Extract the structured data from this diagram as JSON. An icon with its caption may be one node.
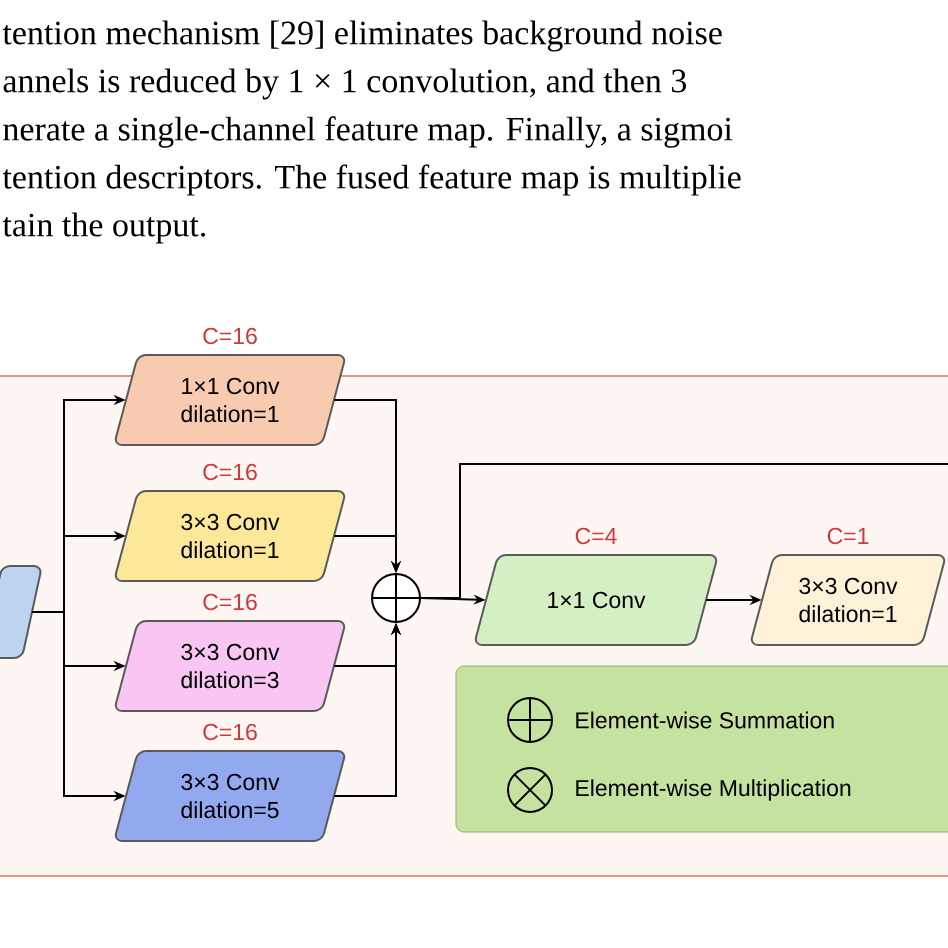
{
  "diagram": {
    "nodes": [
      {
        "text": [],
        "shape": "box"
      },
      {
        "text": [
          "1×1 Conv dilation=1"
        ],
        "beside": [
          "C=16"
        ]
      },
      {
        "text": [
          "3×3 Conv dilation=1"
        ],
        "beside": [
          "C=16"
        ]
      },
      {
        "text": [
          "3×3 Conv dilation=3"
        ],
        "beside": [
          "C=16"
        ]
      },
      {
        "text": [
          "3×3 Conv dilation=5"
        ],
        "beside": [
          "C=16"
        ]
      },
      {
        "text": [],
        "shape": "circle"
      },
      {
        "text": [
          "1×1 Conv"
        ],
        "beside": [
          "C=4"
        ]
      },
      {
        "text": [
          "3×3 Conv dilation=1"
        ],
        "beside": [
          "C=1"
        ]
      }
    ],
    "edges": [
      {
        "from": 0,
        "to": 1,
        "arrow": "to"
      },
      {
        "from": 0,
        "to": 2,
        "arrow": "to"
      },
      {
        "from": 0,
        "to": 3,
        "arrow": "to"
      },
      {
        "from": 0,
        "to": 4,
        "arrow": "to"
      },
      {
        "from": 1,
        "to": 5,
        "arrow": "to"
      },
      {
        "from": 2,
        "to": 5,
        "arrow": "to"
      },
      {
        "from": 3,
        "to": 5,
        "arrow": "to"
      },
      {
        "from": 4,
        "to": 5,
        "arrow": "to"
      },
      {
        "from": 5,
        "to": 6,
        "arrow": "to"
      },
      {
        "from": 5,
        "to": null,
        "arrow": "none"
      },
      {
        "from": 6,
        "to": 7,
        "arrow": "to"
      }
    ],
    "labels": [
      "tention mechanism [29] eliminates background noise",
      "annels is reduced by 1 × 1 convolution, and then 3",
      "nerate a single-channel feature map. Finally, a sigmoi",
      "tention descriptors. The fused feature map is multiplie",
      "tain the output."
    ],
    "legend": [
      {
        "text": "Element-wise Summation"
      },
      {
        "text": "Element-wise Multiplication"
      }
    ]
  }
}
